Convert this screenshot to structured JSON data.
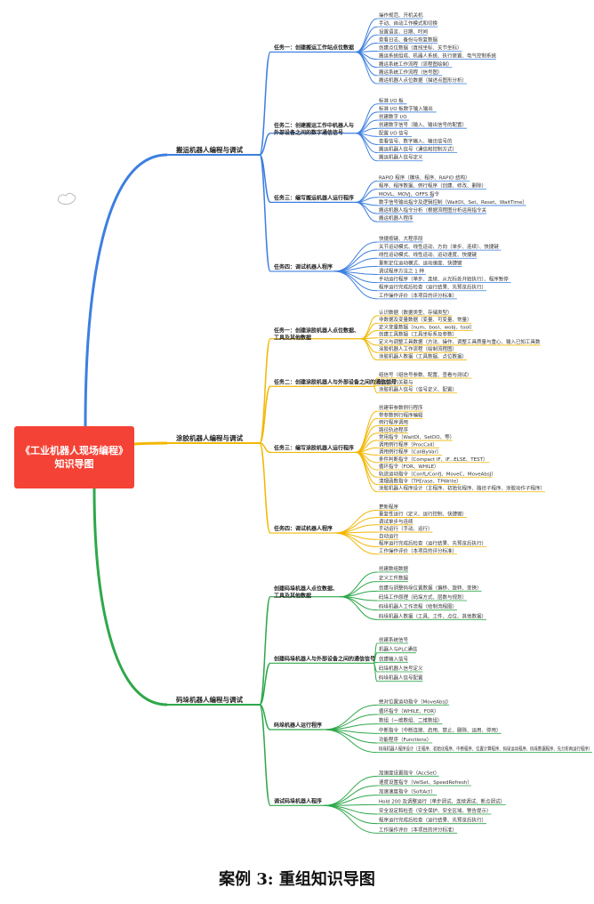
{
  "root": {
    "line1": "《工业机器人现场编程》",
    "line2": "知识导图"
  },
  "caption": "案例 3: 重组知识导图",
  "colors": {
    "blue": "#3d7fe0",
    "yellow": "#f2b705",
    "green": "#2ea84a",
    "root": "#f44336"
  },
  "branches": [
    {
      "label": "搬运机器人编程与调试",
      "color": "blue",
      "tasks": [
        {
          "label": [
            "任务一：创建搬运工作站点位数据"
          ],
          "items": [
            "操作规范、开机关机",
            "手动、自动工作模式和切换",
            "设置语言、日期、时间",
            "查看日志、备份与恢复数据",
            "创建点位数据（直线坐标、关节坐标）",
            "搬运系统组成、机器人系统、执行装置、电气控制系统",
            "搬运系统工作流程（流程图绘制）",
            "搬运系统工作流程（信号图）",
            "搬运机器人点位数据（描述点图形分析）"
          ]
        },
        {
          "label": [
            "任务二：创建搬运工作中机器人与",
            "外部设备之间的数字通信信号"
          ],
          "items": [
            "标准 I/O 板",
            "标准 I/O 板数字输入输出",
            "创建数字 I/O",
            "创建数字信号（输入、输出信号的配置）",
            "配置 I/O 信号",
            "查看信号、数字输入、输出信号的",
            "搬运机器人信号（通信和控制方式）",
            "搬运机器人信号定义"
          ]
        },
        {
          "label": [
            "任务三：编写搬运机器人运行程序"
          ],
          "items": [
            "RAPID 程序（模块、程序、RAPID 结构）",
            "程序、程序数据、例行程序（创建、修改、删除）",
            "MOVL、MOVJ、OFFS 指令",
            "数字信号输出指令及逻辑控制（WaitDI、Set、Reset、WaitTime）",
            "搬运机器人指令分析（根据流程图分析运用指令关",
            "搬运机器人程序"
          ]
        },
        {
          "label": [
            "任务四：调试机器人程序"
          ],
          "items": [
            "快捷按键、大程序段",
            "关节运动模式、线性运动、方向（单步、连续）、快捷键",
            "线性运动模式、线性运动、运动速度、快捷键",
            "重新定位运动模式、运动速度、快捷键",
            "调试程序方法之 1 种",
            "手动运行程序（单步、连续、从光标处开始执行）、程序暂停",
            "程序运行完成后检查（运行结果、先预览后执行）",
            "工作操作评价（本项目的评分标准）"
          ]
        }
      ]
    },
    {
      "label": "涂胶机器人编程与调试",
      "color": "yellow",
      "tasks": [
        {
          "label": [
            "任务一：创建涂胶机器人点位数据、",
            "工具及其他数据"
          ],
          "items": [
            "认识数据（数据类型、存储类型）",
            "非数据及变量数据（变量、可变量、常量）",
            "定义变量数据（num、bool、wobj、tool）",
            "创建工具数据（工具坐标系及参数）",
            "定义与调整工具数据（方法、操作、调整工具质量与重心、输入已知工具数",
            "涂胶机器人工作流程（绘制流程图）",
            "涂胶机器人数据（工具数据、点位数据）"
          ]
        },
        {
          "label": [
            "任务二：创建涂胶机器人与外部设备之间的通信信号"
          ],
          "items": [
            "组信号（组信号参数、配置、查看与测试）",
            "组信号的关联与",
            "涂胶机器人信号（信号定义、配置）"
          ]
        },
        {
          "label": [
            "任务三：编写涂胶机器人运行程序"
          ],
          "items": [
            "创建带参数例行程序",
            "带参数例行程序编辑",
            "例行程序调用",
            "路径轨迹程序",
            "常用指令（WaitDI、SetDO、等）",
            "调用例行程序（ProcCall）",
            "调用例行程序（CallByVar）",
            "条件判断指令（Compact IF、IF...ELSE、TEST）",
            "循环指令（FOR、WHILE）",
            "轨迹运动指令（ConfL/ConfJ、MoveC、MoveAbsJ）",
            "清理函数指令（TPErase、TPWrite）",
            "涂胶机器人程序设计（主程序、初始化程序、路径子程序、涂胶动作子程序）"
          ]
        },
        {
          "label": [
            "任务四：调试机器人程序"
          ],
          "items": [
            "更新程序",
            "重复性运行（定义、运行控制、快捷键）",
            "调试单步与连续",
            "手动运行（手动、运行）",
            "自动运行",
            "程序运行完成后检查（运行结果、先预览后执行）",
            "工作操作评价（本项目的评分标准）"
          ]
        }
      ]
    },
    {
      "label": "码垛机器人编程与调试",
      "color": "green",
      "tasks": [
        {
          "label": [
            "创建码垛机器人点位数据、",
            "工具及其他数据"
          ],
          "items": [
            "创建数组数据",
            "定义工件数据",
            "创建与调整码垛位置数据（偏移、旋转、变换）",
            "码垛工作原理（码垛方式、层数与规划）",
            "码垛机器人工作流程（绘制流程图）",
            "码垛机器人数据（工具、工件、点位、其他数据）"
          ]
        },
        {
          "label": [
            "创建码垛机器人与外部设备之间的通信信号"
          ],
          "items": [
            "创建系统信号",
            "机器人与PLC通信",
            "创建输入信号",
            "码垛机器人信号定义",
            "码垛机器人信号配置"
          ]
        },
        {
          "label": [
            "码垛机器人运行程序"
          ],
          "items": [
            "绝对位置运动指令（MoveAbsJ）",
            "循环指令（WHILE、FOR）",
            "数组（一维数组、二维数组）",
            "中断指令（中断连接、启用、禁止、删除、运用、停用）",
            "功能程序（Functions）",
            "码垛机器人程序设计（主程序、初始化程序、中断程序、位置计算程序、码垛运动程序、码垛数据程序、先分析再运行程序）"
          ]
        },
        {
          "label": [
            "调试码垛机器人程序"
          ],
          "items": [
            "加速度设置指令（AccSet）",
            "速度设置指令（VelSet、SpeedRefresh）",
            "加速速度指令（SoftAct）",
            "Hold 200 及调整运行（单步调试、连续调试、断点调试）",
            "安全设定和检查（安全保护、安全区域、警告提示）",
            "程序运行完成后检查（运行结果、先预览后执行）",
            "工作操作评价（本项目的评分标准）"
          ]
        }
      ]
    }
  ]
}
